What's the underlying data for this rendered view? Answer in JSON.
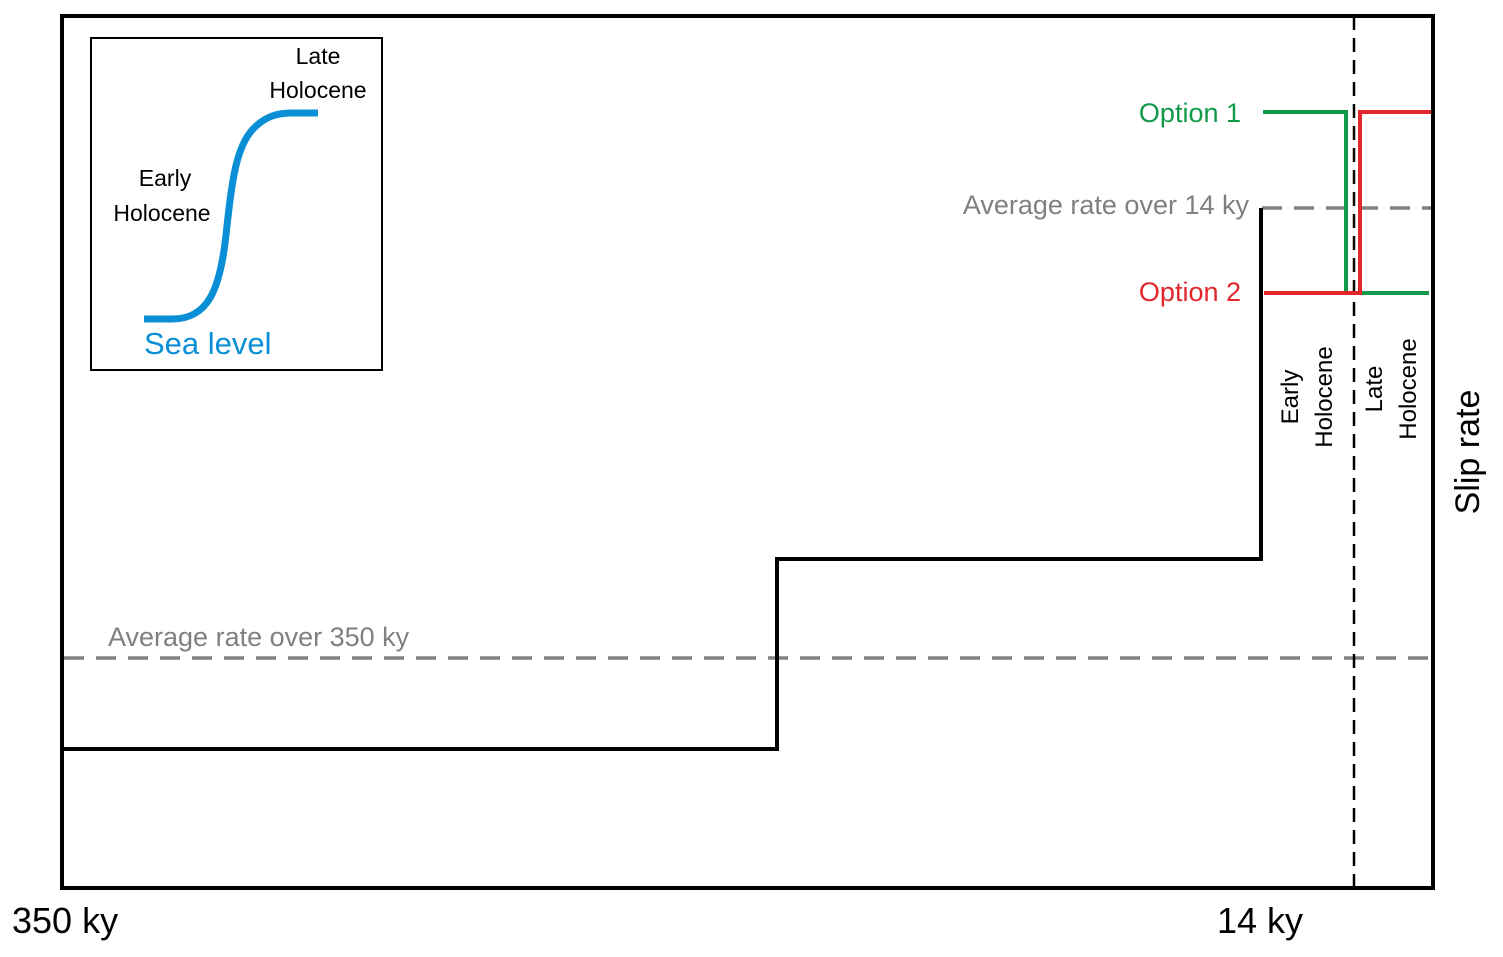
{
  "axis": {
    "x_left_label": "350 ky",
    "x_mid_label": "14 ky",
    "y_label": "Slip rate"
  },
  "periods": {
    "early": [
      "Early",
      "Holocene"
    ],
    "late": [
      "Late",
      "Holocene"
    ]
  },
  "averages": {
    "long": "Average rate over 350 ky",
    "short": "Average rate over 14 ky"
  },
  "options": {
    "option1": "Option 1",
    "option2": "Option 2"
  },
  "inset": {
    "late_label": [
      "Late",
      "Holocene"
    ],
    "early_label": [
      "Early",
      "Holocene"
    ],
    "curve_label": "Sea level"
  },
  "colors": {
    "slip_rate_line": "#000000",
    "average_line": "#808080",
    "option1": "#12994a",
    "option2": "#e3262c",
    "sea_level": "#0a8fd6"
  }
}
